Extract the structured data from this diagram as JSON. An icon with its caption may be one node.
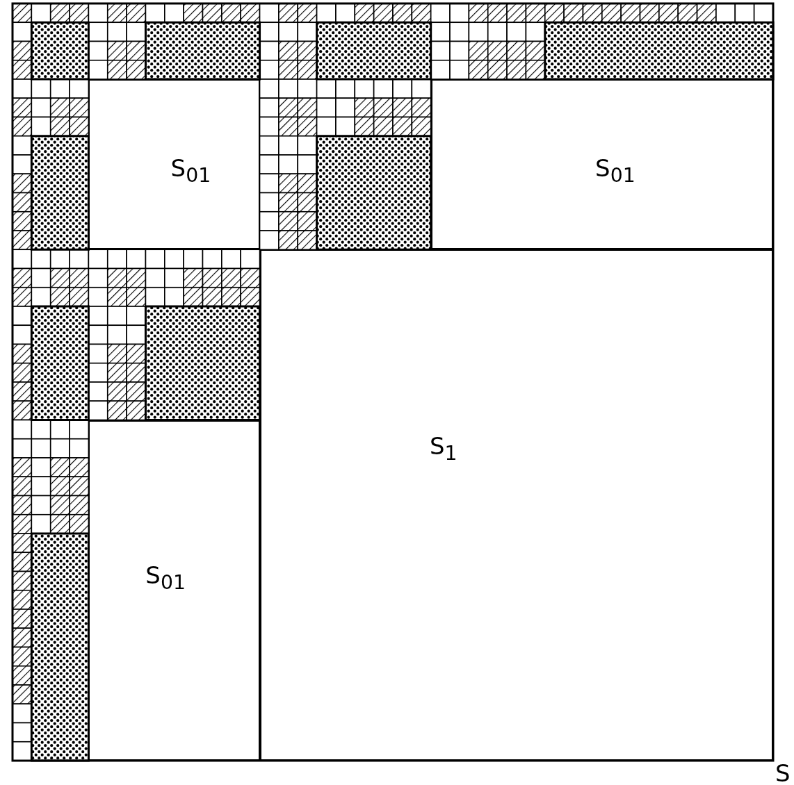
{
  "diagram": {
    "nodes": [
      {
        "text": [
          "S$_{01}$"
        ]
      },
      {
        "text": [
          "S$_{01}$"
        ]
      },
      {
        "text": [
          "S$_{1}$"
        ]
      },
      {
        "text": [
          "S$_{01}$"
        ]
      }
    ],
    "labels": [
      "S"
    ]
  }
}
